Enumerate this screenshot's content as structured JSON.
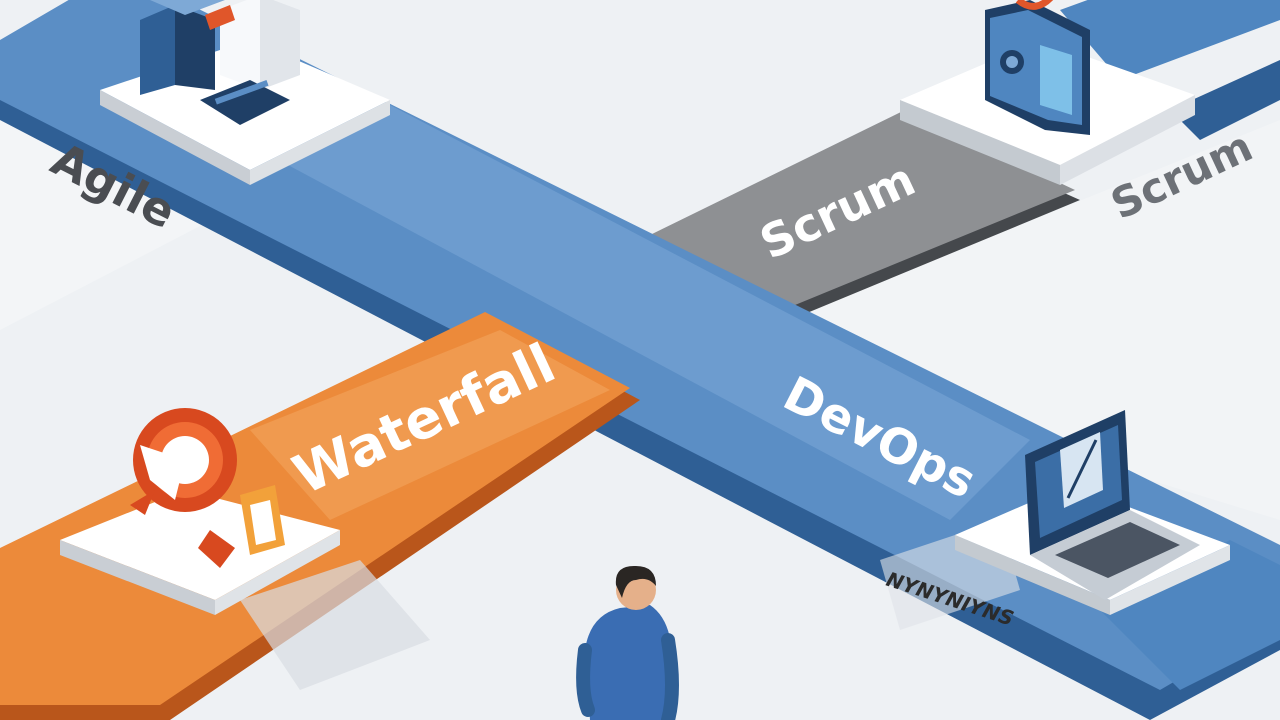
{
  "labels": {
    "agile": "Agile",
    "scrum_floor": "Scrum",
    "scrum_road": "Scrum",
    "waterfall": "Waterfall",
    "devops": "DevOps",
    "scribble": "NYNYNIYNS"
  },
  "colors": {
    "background": "#eef1f4",
    "devops_road": "#5b8ec5",
    "devops_road_dark": "#2f5f95",
    "waterfall_road": "#ec8a3a",
    "waterfall_road_dark": "#b9561b",
    "scrum_road": "#8e9093",
    "scrum_road_dark": "#45484c",
    "platform": "#ffffff",
    "person_shirt": "#3a6db3",
    "person_hair": "#2a2623"
  },
  "icons": {
    "agile_station": "server-rack-icon",
    "scrum_station": "dashboard-panel-icon",
    "waterfall_station": "refresh-arrows-icon",
    "devops_station": "laptop-icon",
    "person": "person-icon"
  }
}
